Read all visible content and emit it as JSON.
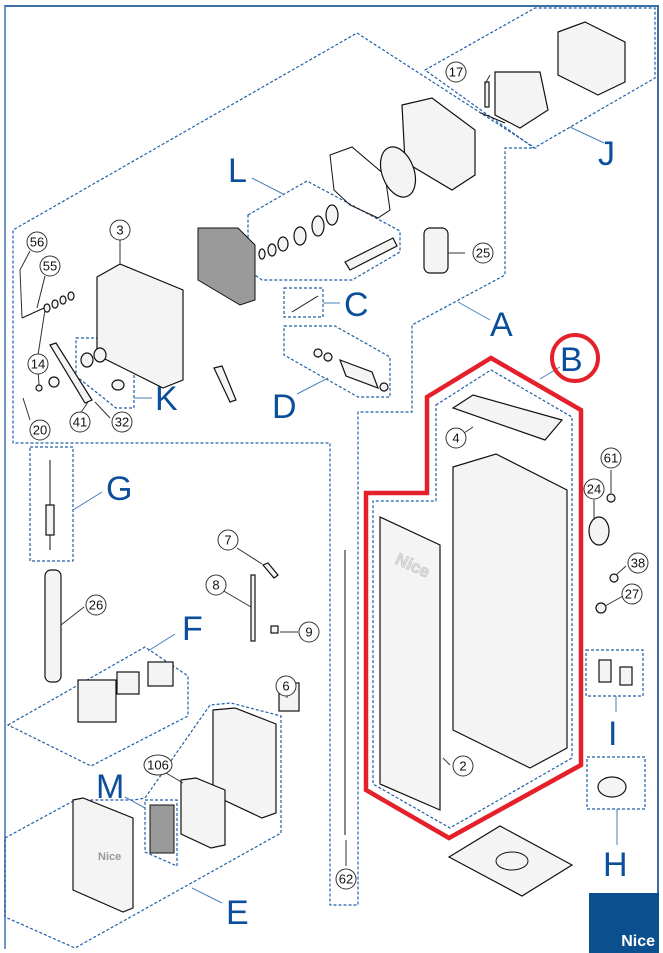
{
  "diagram": {
    "title": "Exploded parts diagram — barrier unit",
    "highlight_color": "#e4202a",
    "accent_color": "#0b4f9c",
    "highlighted_group": "B",
    "group_letters": {
      "A": "A",
      "B": "B",
      "C": "C",
      "D": "D",
      "E": "E",
      "F": "F",
      "G": "G",
      "H": "H",
      "I": "I",
      "J": "J",
      "K": "K",
      "L": "L",
      "M": "M"
    },
    "callouts": {
      "c2": "2",
      "c3": "3",
      "c4": "4",
      "c6": "6",
      "c7": "7",
      "c8": "8",
      "c9": "9",
      "c14": "14",
      "c17": "17",
      "c20": "20",
      "c24": "24",
      "c25": "25",
      "c26": "26",
      "c27": "27",
      "c32": "32",
      "c38": "38",
      "c41": "41",
      "c55": "55",
      "c56": "56",
      "c61": "61",
      "c62": "62",
      "c106": "106"
    },
    "panel_brand_text": "Nice",
    "logo_text": "Nice"
  }
}
